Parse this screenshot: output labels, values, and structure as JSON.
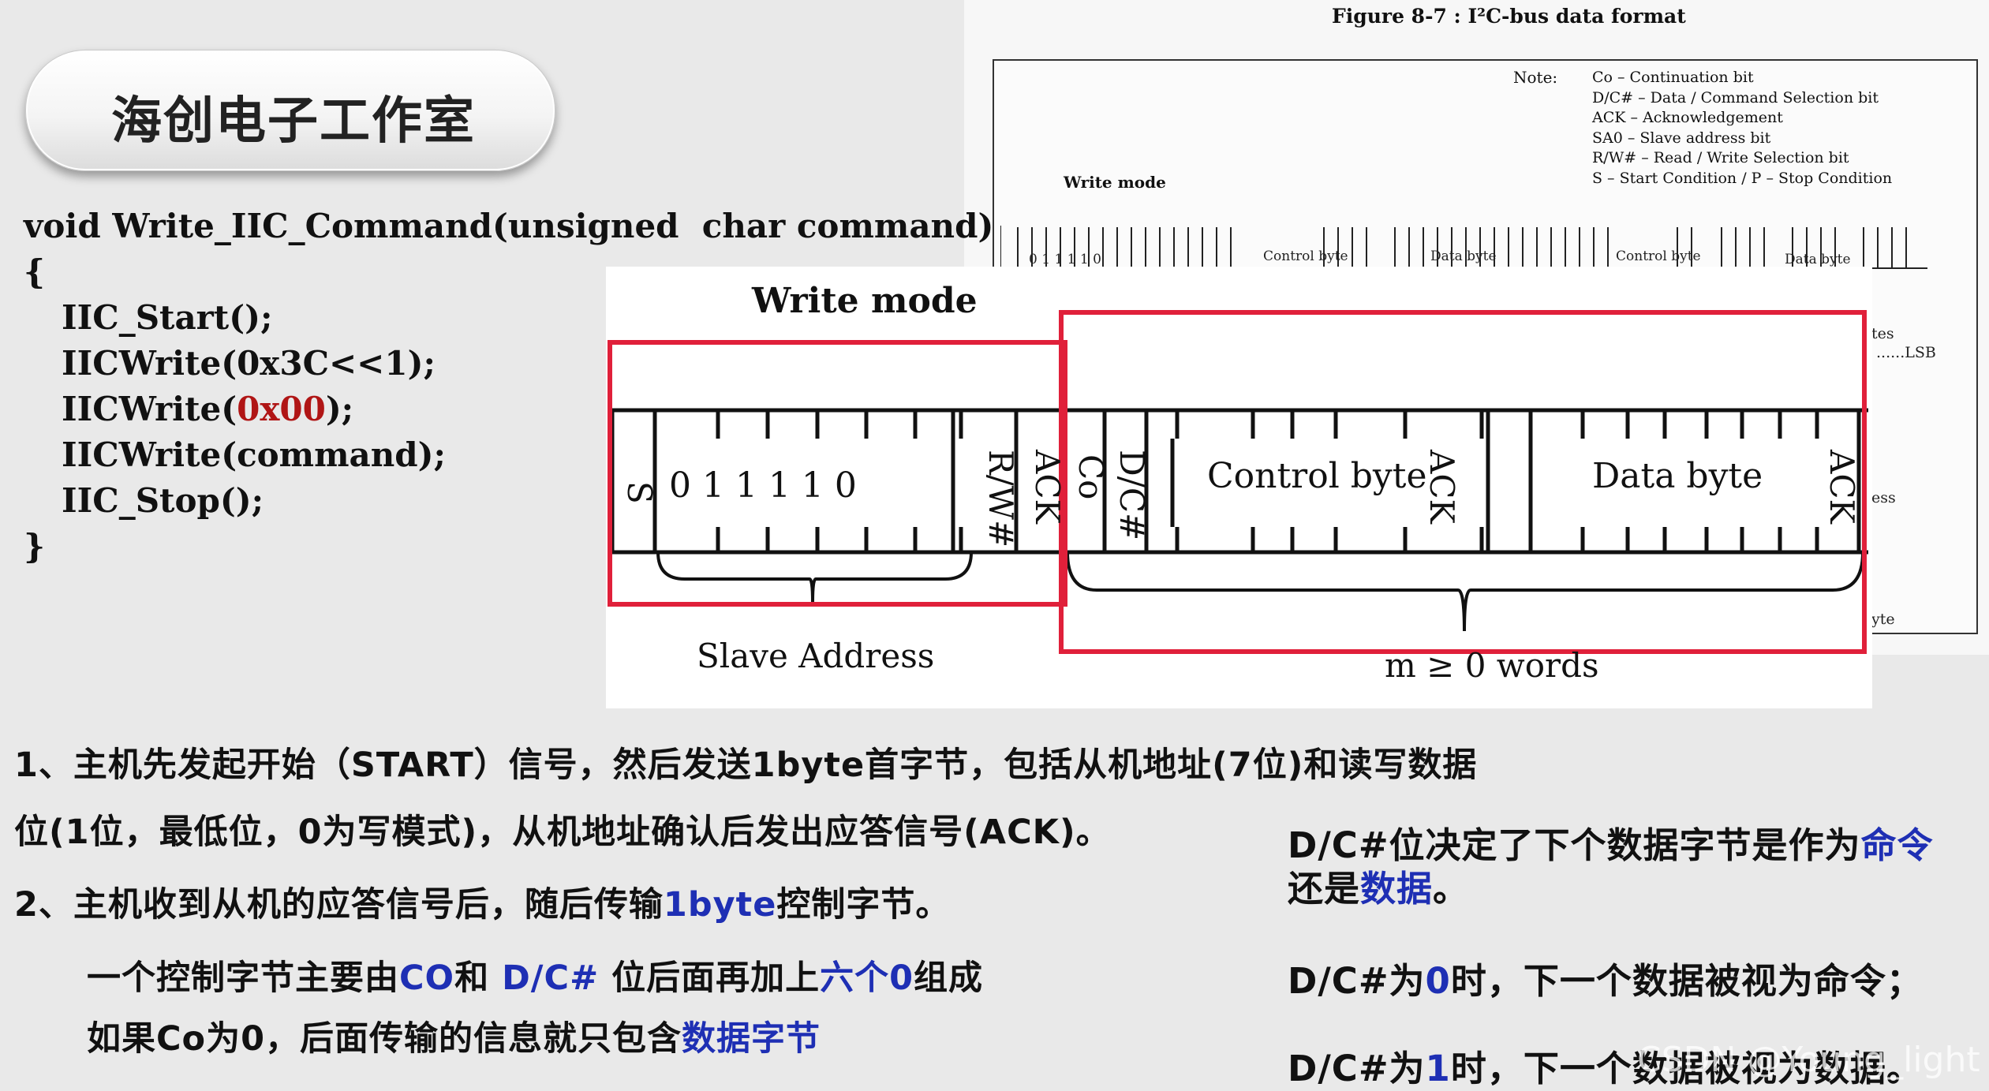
{
  "header": {
    "title": "海创电子工作室"
  },
  "code": {
    "signature": "void Write_IIC_Command(unsigned  char command)",
    "open_brace": "{",
    "line1": "IIC_Start();",
    "line2": "IICWrite(0x3C<<1);",
    "line3_prefix": "IICWrite(",
    "line3_value": "0x00",
    "line3_suffix": ");",
    "line4": "IICWrite(command);",
    "line5": "IIC_Stop();",
    "close_brace": "}"
  },
  "reference_figure": {
    "caption": "Figure 8-7 : I²C-bus data format",
    "note_label": "Note:",
    "notes": [
      "Co – Continuation bit",
      "D/C# – Data / Command Selection bit",
      "ACK – Acknowledgement",
      "SA0 – Slave address bit",
      "R/W# – Read / Write Selection bit",
      "S – Start Condition / P – Stop Condition"
    ],
    "write_mode": "Write mode",
    "fragments": [
      "tes",
      "LSB",
      "ess",
      "yte"
    ]
  },
  "diagram": {
    "title": "Write mode",
    "start": "S",
    "address_bits": "0 1 1 1 1 0",
    "rw": "R/W#",
    "ack": "ACK",
    "co": "Co",
    "dc": "D/C#",
    "control_byte": "Control byte",
    "data_byte": "Data byte",
    "slave_address": "Slave Address",
    "words": "m ≥ 0 words"
  },
  "explanation": {
    "p1a": "1、主机先发起开始（START）信号，然后发送1byte首字节，包括从机地址(7位)和读写数据",
    "p1b": "位(1位，最低位，0为写模式)，从机地址确认后发出应答信号(ACK)。",
    "p2_prefix": "2、主机收到从机的应答信号后，随后传输",
    "p2_blue": "1byte",
    "p2_suffix": "控制字节。",
    "p3_prefix": "一个控制字节主要由",
    "p3_co": "CO",
    "p3_and": "和 ",
    "p3_dc": "D/C#",
    "p3_mid": " 位后面再加上",
    "p3_six": "六个0",
    "p3_suffix": "组成",
    "p4_prefix": "如果Co为0，后面传输的信息就只包含",
    "p4_blue": "数据字节"
  },
  "side_notes": {
    "s1_prefix": "D/C#位决定了下个数据字节是作为",
    "s1_blue": "命令",
    "s2_prefix": "还是",
    "s2_blue": "数据",
    "s2_suffix": "。",
    "s3_prefix": "D/C#为",
    "s3_blue": "0",
    "s3_suffix": "时，下一个数据被视为命令；",
    "s4_prefix": "D/C#为",
    "s4_blue": "1",
    "s4_suffix": "时，下一个数据被视为数据。"
  },
  "watermark": "CSDN @Young_light",
  "colors": {
    "highlight_red": "#b01515",
    "highlight_blue": "#1e2fb4",
    "frame_red": "#e0203a"
  }
}
